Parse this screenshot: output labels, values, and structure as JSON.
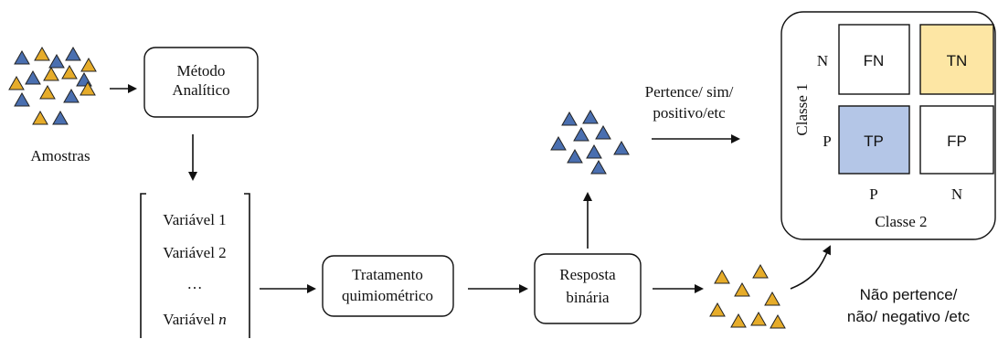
{
  "colors": {
    "blue_triangle": "#4a6fb0",
    "yellow_triangle": "#e6ac2a",
    "tn_fill": "#fde6a4",
    "tp_fill": "#b4c6e7",
    "stroke": "#111111"
  },
  "samples": {
    "label": "Amostras"
  },
  "method": {
    "line1": "Método",
    "line2": "Analítico"
  },
  "variables": {
    "v1": "Variável 1",
    "v2": "Variável 2",
    "dots": "…",
    "vn_prefix": "Variável ",
    "vn_suffix": "n"
  },
  "treatment": {
    "line1": "Tratamento",
    "line2": "quimiométrico"
  },
  "response": {
    "line1": "Resposta",
    "line2": "binária"
  },
  "positive": {
    "line1": "Pertence/ sim/",
    "line2": "positivo/etc"
  },
  "negative": {
    "line1": "Não pertence/",
    "line2": "não/ negativo /etc"
  },
  "matrix": {
    "class1": "Classe 1",
    "class2": "Classe 2",
    "row_n": "N",
    "row_p": "P",
    "col_p": "P",
    "col_n": "N",
    "fn": "FN",
    "tn": "TN",
    "tp": "TP",
    "fp": "FP"
  }
}
